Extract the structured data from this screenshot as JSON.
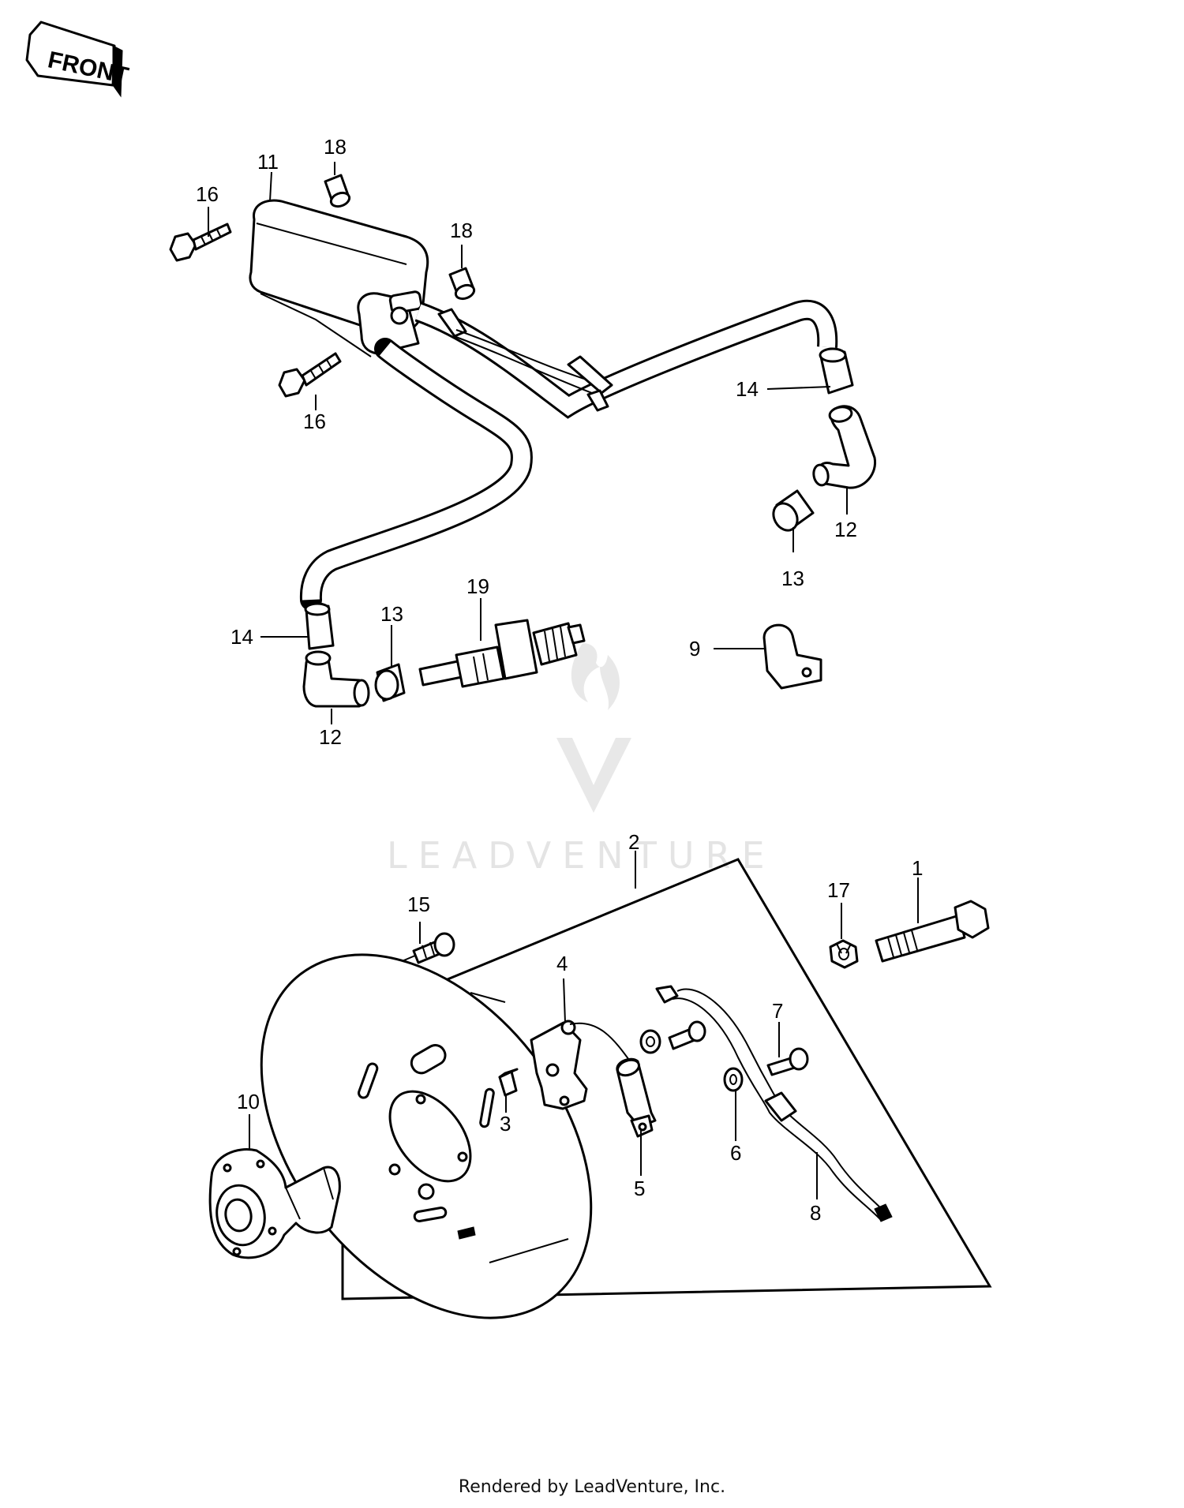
{
  "front_arrow": {
    "label": "FRONT"
  },
  "watermark": {
    "text": "LEADVENTURE"
  },
  "callouts": {
    "c1": "1",
    "c2": "2",
    "c3": "3",
    "c4": "4",
    "c5": "5",
    "c6": "6",
    "c7": "7",
    "c8": "8",
    "c9": "9",
    "c10": "10",
    "c11": "11",
    "c12a": "12",
    "c12b": "12",
    "c13a": "13",
    "c13b": "13",
    "c14a": "14",
    "c14b": "14",
    "c15": "15",
    "c16a": "16",
    "c16b": "16",
    "c17": "17",
    "c18a": "18",
    "c18b": "18",
    "c19": "19"
  },
  "footer": {
    "text": "Rendered by LeadVenture, Inc."
  }
}
